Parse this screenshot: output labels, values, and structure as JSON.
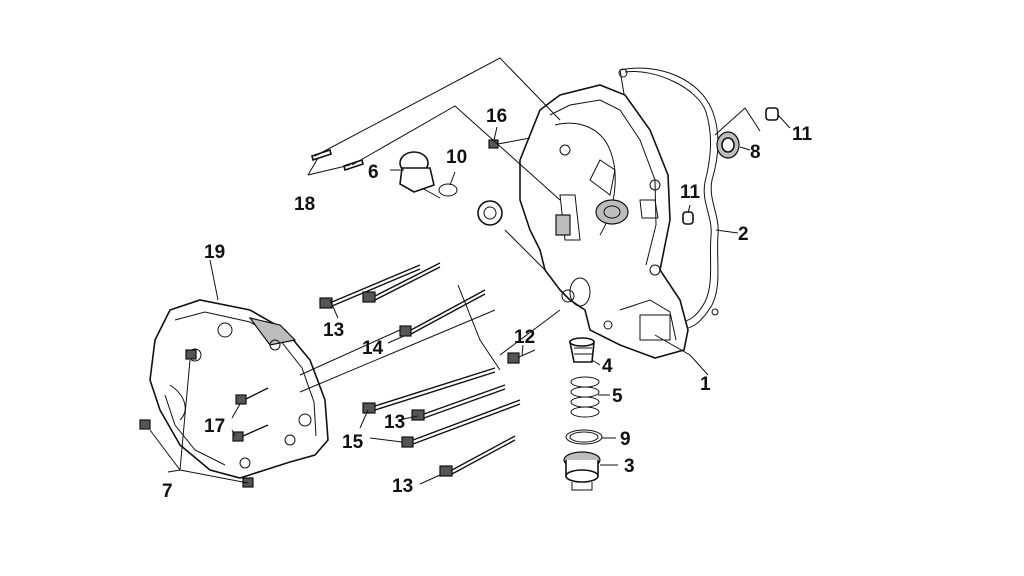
{
  "diagram": {
    "callouts": [
      {
        "id": "c1",
        "text": "1"
      },
      {
        "id": "c2",
        "text": "2"
      },
      {
        "id": "c3",
        "text": "3"
      },
      {
        "id": "c4",
        "text": "4"
      },
      {
        "id": "c5",
        "text": "5"
      },
      {
        "id": "c6",
        "text": "6"
      },
      {
        "id": "c7",
        "text": "7"
      },
      {
        "id": "c8",
        "text": "8"
      },
      {
        "id": "c9",
        "text": "9"
      },
      {
        "id": "c10",
        "text": "10"
      },
      {
        "id": "c11a",
        "text": "11"
      },
      {
        "id": "c11b",
        "text": "11"
      },
      {
        "id": "c12",
        "text": "12"
      },
      {
        "id": "c13a",
        "text": "13"
      },
      {
        "id": "c13b",
        "text": "13"
      },
      {
        "id": "c13c",
        "text": "13"
      },
      {
        "id": "c14",
        "text": "14"
      },
      {
        "id": "c15",
        "text": "15"
      },
      {
        "id": "c16",
        "text": "16"
      },
      {
        "id": "c17",
        "text": "17"
      },
      {
        "id": "c18",
        "text": "18"
      },
      {
        "id": "c19",
        "text": "19"
      }
    ]
  }
}
